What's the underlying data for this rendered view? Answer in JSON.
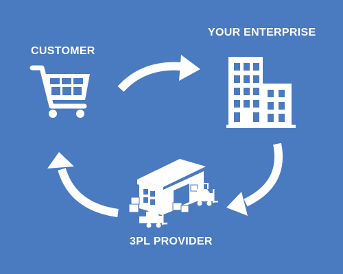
{
  "colors": {
    "background": "#4a7ac0",
    "foreground": "#ffffff"
  },
  "nodes": {
    "customer": {
      "label": "CUSTOMER",
      "icon": "shopping-cart-icon"
    },
    "enterprise": {
      "label": "YOUR ENTERPRISE",
      "icon": "office-building-icon"
    },
    "provider": {
      "label": "3PL PROVIDER",
      "icon": "warehouse-forklift-icon"
    }
  },
  "flow": [
    "customer",
    "enterprise",
    "provider",
    "customer"
  ]
}
